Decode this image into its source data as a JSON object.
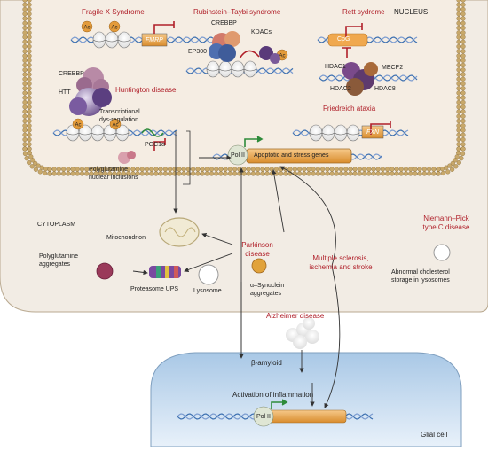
{
  "compartments": {
    "nucleus": "NUCLEUS",
    "cytoplasm": "CYTOPLASM",
    "glial_cell": "Glial cell"
  },
  "diseases": {
    "fragile_x": "Fragile X Syndrome",
    "rubinstein": "Rubinstein–Taybi syndrome",
    "rett": "Rett sydrome",
    "huntington": "Huntington disease",
    "friedreich": "Friedreich ataxia",
    "parkinson_1": "Parkinson",
    "parkinson_2": "disease",
    "niemann_1": "Niemann–Pick",
    "niemann_2": "type C disease",
    "ms_1": "Multiple sclerosis,",
    "ms_2": "ischemia and stroke",
    "alzheimer": "Alzheimer disease"
  },
  "labels": {
    "fmrp": "FMRP",
    "fxn": "FXN",
    "crebbp_rt": "CREBBP",
    "ep300": "EP300",
    "kdacs": "KDACs",
    "ac": "Ac",
    "cpg": "CpG",
    "hdac1": "HDAC1",
    "mecp2": "MECP2",
    "hdac2": "HDAC2",
    "hdac8": "HDAC8",
    "crebbp_htt": "CREBBP",
    "htt": "HTT",
    "transcriptional_1": "Transcriptional",
    "transcriptional_2": "dys-regulation",
    "pgc1a": "PGC1α",
    "polyq_nuc_1": "Polyglutamine",
    "polyq_nuc_2": "nuclear inclusions",
    "pol2": "Pol II",
    "apoptotic": "Apoptotic and stress genes",
    "mitochondrion": "Mitochondrion",
    "polyq_agg_1": "Polyglutamine",
    "polyq_agg_2": "aggregates",
    "proteasome": "Proteasome UPS",
    "lysosome": "Lysosome",
    "synuclein_1": "α–Synuclein",
    "synuclein_2": "aggregates",
    "cholesterol_1": "Abnormal cholesterol",
    "cholesterol_2": "storage in lysosomes",
    "beta_amyloid": "β-amyloid",
    "inflammation": "Activation of inflammation"
  },
  "colors": {
    "disease_red": "#b0202a",
    "nucleus_fill": "#f5ede3",
    "cytoplasm_fill": "#f2ece4",
    "membrane_bead": "#c8a86a",
    "glial_fill": "#cfe0f0",
    "dna_blue": "#3b6fb0",
    "gene_orange": "#e8a24a",
    "arrow_green": "#2e8b3a",
    "ac_orange": "#e39b3b"
  }
}
